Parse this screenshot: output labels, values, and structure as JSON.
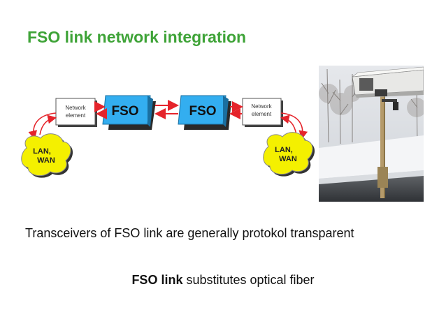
{
  "slide": {
    "title": "FSO link network integration",
    "line1": "Transceivers of FSO link are generally protokol transparent",
    "line2_bold": "FSO link",
    "line2_rest": " substitutes optical fiber"
  },
  "diagram": {
    "left_element": [
      "Network",
      "element"
    ],
    "right_element": [
      "Network",
      "element"
    ],
    "fso_left": "FSO",
    "fso_right": "FSO",
    "lan_left": [
      "LAN,",
      "WAN"
    ],
    "lan_right": [
      "LAN,",
      "WAN"
    ],
    "colors": {
      "fso_fill": "#33aef0",
      "lan_fill": "#f4f000",
      "arrow": "#e5242b",
      "title": "#3ea337"
    }
  },
  "photo": {
    "subject": "FSO transceiver mounted on a pole on a snowy rooftop"
  }
}
